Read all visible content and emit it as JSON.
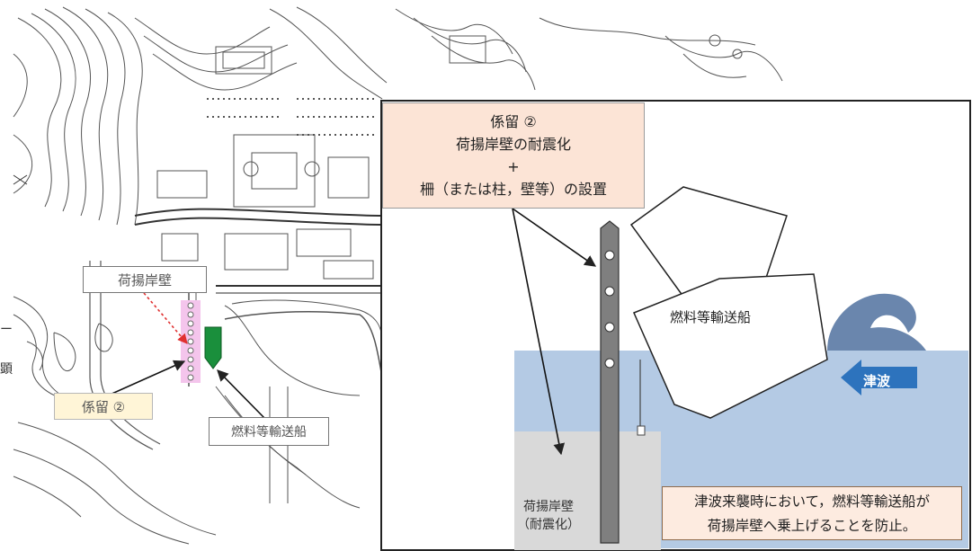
{
  "map": {
    "pier_label": "荷揚岸壁",
    "mooring_label": "係留 ②",
    "ship_label": "燃料等輸送船",
    "edge_fragment_1": "ー",
    "edge_fragment_2": "顕"
  },
  "detail": {
    "callout_line1": "係留 ②",
    "callout_line2": "荷揚岸壁の耐震化",
    "callout_line3": "+",
    "callout_line4": "柵（または柱，壁等）の設置",
    "ship_label": "燃料等輸送船",
    "pier_label_line1": "荷揚岸壁",
    "pier_label_line2": "（耐震化）",
    "tsunami_label": "津波",
    "note_line1": "津波来襲時において，燃料等輸送船が",
    "note_line2": "荷揚岸壁へ乗上げることを防止。"
  },
  "colors": {
    "water": "#b4cae4",
    "wave": "#6a86ad",
    "tsunami_arrow": "#2d73bd",
    "pier_block": "#d9d9d9",
    "post": "#7f7f7f",
    "ship_marker": "#1a8f3c",
    "fence_zone": "#f4c5ec",
    "route_arrow": "#e03030",
    "callout_fill": "#fce4d6",
    "mooring_fill": "#fff5d7"
  }
}
